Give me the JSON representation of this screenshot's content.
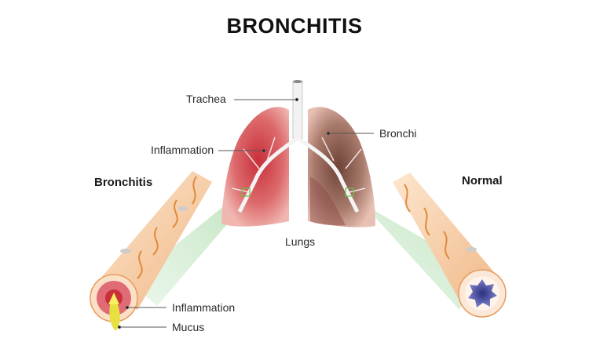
{
  "title": "BRONCHITIS",
  "labels": {
    "trachea": "Trachea",
    "inflammation_lung": "Inflammation",
    "bronchi": "Bronchi",
    "bronchitis": "Bronchitis",
    "normal": "Normal",
    "lungs": "Lungs",
    "inflammation_tube": "Inflammation",
    "mucus": "Mucus"
  },
  "colors": {
    "inflamed_lung": "#c8303a",
    "normal_lung": "#8a5a4a",
    "tube": "#f5c9a0",
    "normal_lumen": "#4a4fa0",
    "mucus": "#e8e040",
    "cone": "#bfe3bf"
  }
}
